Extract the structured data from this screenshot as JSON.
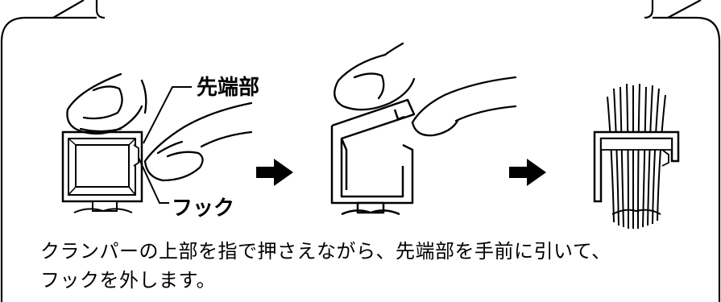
{
  "labels": {
    "tip": "先端部",
    "hook": "フック"
  },
  "caption": {
    "line1": "クランパーの上部を指で押さえながら、先端部を手前に引いて、",
    "line2": "フックを外します。"
  },
  "icons": [
    "finger-icon",
    "clamper-icon",
    "arrow-right-icon",
    "cable-bundle-icon"
  ]
}
